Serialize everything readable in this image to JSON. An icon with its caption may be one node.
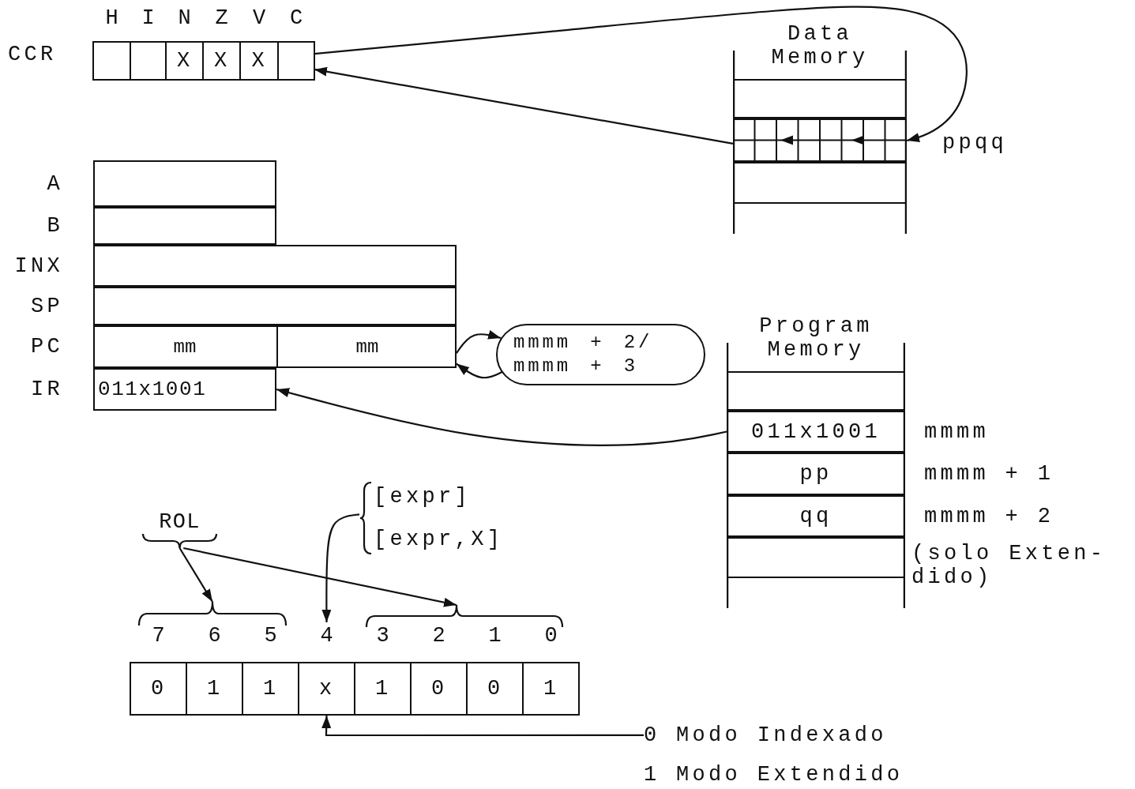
{
  "diagram": {
    "nodes": [
      {
        "text": [
          "CCR"
        ]
      },
      {
        "text": [
          "H"
        ],
        "in": 0
      },
      {
        "text": [
          "I"
        ],
        "in": 0
      },
      {
        "text": [
          "N",
          "X"
        ],
        "in": 0
      },
      {
        "text": [
          "Z",
          "X"
        ],
        "in": 0
      },
      {
        "text": [
          "V",
          "X"
        ],
        "in": 0
      },
      {
        "text": [
          "C"
        ],
        "in": 0
      },
      {
        "text": [
          "Data Memory"
        ]
      },
      {
        "text": [],
        "shape": "box",
        "in": 7
      },
      {
        "text": [],
        "shape": "box",
        "in": 7,
        "beside": [
          "ppqq"
        ]
      },
      {
        "text": [],
        "shape": "box",
        "in": 7
      },
      {
        "text": [
          "A"
        ]
      },
      {
        "text": [
          "B"
        ]
      },
      {
        "text": [
          "INX"
        ]
      },
      {
        "text": [
          "SP"
        ]
      },
      {
        "text": [
          "PC"
        ]
      },
      {
        "text": [
          "mm"
        ],
        "in": 15
      },
      {
        "text": [
          "mm"
        ],
        "in": 15
      },
      {
        "text": [
          "IR",
          "011x1001"
        ]
      },
      {
        "text": [
          "mmmm + 2/ mmmm + 3"
        ]
      },
      {
        "text": [
          "Program Memory"
        ]
      },
      {
        "text": [],
        "shape": "box",
        "in": 20
      },
      {
        "text": [
          "011x1001"
        ],
        "in": 20,
        "beside": [
          "mmmm"
        ]
      },
      {
        "text": [
          "pp"
        ],
        "in": 20,
        "beside": [
          "mmmm + 1"
        ]
      },
      {
        "text": [
          "qq"
        ],
        "in": 20,
        "beside": [
          "mmmm + 2"
        ]
      },
      {
        "text": [],
        "shape": "box",
        "in": 20,
        "beside": [
          "(solo Exten- dido)"
        ]
      },
      {
        "text": [
          "ROL"
        ]
      },
      {
        "text": [],
        "shape": "brace"
      },
      {
        "text": [],
        "shape": "brace"
      },
      {
        "text": [
          "[expr]",
          "[expr,X]"
        ]
      },
      {
        "text": [
          "7",
          "0"
        ]
      },
      {
        "text": [
          "6",
          "1"
        ]
      },
      {
        "text": [
          "5",
          "1"
        ]
      },
      {
        "text": [
          "4",
          "x"
        ]
      },
      {
        "text": [
          "3",
          "1"
        ]
      },
      {
        "text": [
          "2",
          "0"
        ]
      },
      {
        "text": [
          "1",
          "0"
        ]
      },
      {
        "text": [
          "0",
          "1"
        ]
      },
      {
        "text": [
          "0 Modo Indexado",
          "1 Modo Extendido"
        ]
      }
    ],
    "edges": [
      {
        "from": 6,
        "to": 9,
        "arrow": "to"
      },
      {
        "from": 9,
        "to": 6,
        "arrow": "to"
      },
      {
        "from": 17,
        "to": 19,
        "arrow": "to"
      },
      {
        "from": 19,
        "to": 17,
        "arrow": "to"
      },
      {
        "from": 22,
        "to": 18,
        "arrow": "to"
      },
      {
        "from": 26,
        "to": 27,
        "arrow": "to"
      },
      {
        "from": 26,
        "to": 28,
        "arrow": "to"
      },
      {
        "from": 29,
        "to": 33,
        "arrow": "to"
      },
      {
        "from": 38,
        "to": 33,
        "arrow": "to"
      }
    ]
  }
}
